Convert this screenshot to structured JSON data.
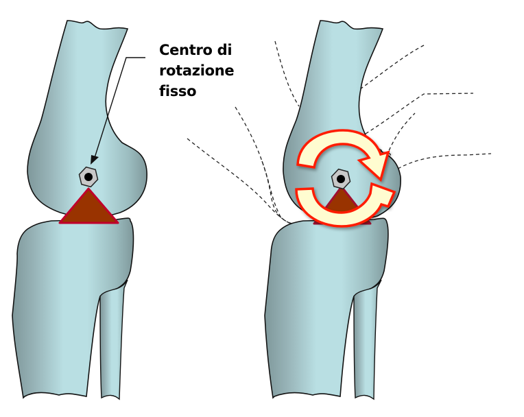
{
  "annotation": {
    "lines": [
      "Centro di",
      "rotazione",
      "fisso"
    ]
  },
  "figures": [
    {
      "id": "left-knee",
      "description": "Ginocchio con centro di rotazione fisso (cerniera)"
    },
    {
      "id": "right-knee",
      "description": "Ginocchio con rotazione attorno al perno e tessuti molli (linee tratteggiate)"
    }
  ],
  "colors": {
    "bone_light": "#b9dfe3",
    "bone_dark": "#7f989b",
    "outline": "#111111",
    "hinge_triangle": "#993300",
    "hinge_triangle_stroke": "#c0002a",
    "nut_fill": "#c8c8c8",
    "rotation_arrow_fill": "#fffcd0",
    "rotation_arrow_stroke": "#ff1a00",
    "dashed_lines": "#222222"
  }
}
